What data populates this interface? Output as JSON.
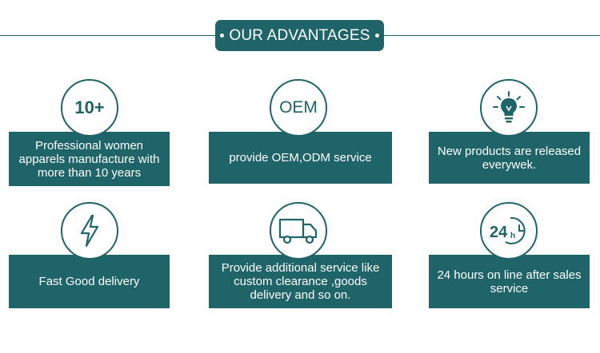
{
  "header": {
    "title": "OUR ADVANTAGES"
  },
  "accent_color": "#1e6468",
  "advantages": [
    {
      "badge": "10+",
      "icon": "number-badge",
      "text": "Professional women apparels manufacture with more than 10 years"
    },
    {
      "badge": "OEM",
      "icon": "oem-badge",
      "text": "provide OEM,ODM service"
    },
    {
      "badge": "",
      "icon": "lightbulb-icon",
      "text": "New products are released everywek."
    },
    {
      "badge": "",
      "icon": "lightning-icon",
      "text": "Fast Good delivery"
    },
    {
      "badge": "",
      "icon": "truck-icon",
      "text": "Provide additional service like custom clearance ,goods delivery and so on."
    },
    {
      "badge": "24h",
      "icon": "clock-24h-icon",
      "text": "24 hours on line after sales service"
    }
  ]
}
